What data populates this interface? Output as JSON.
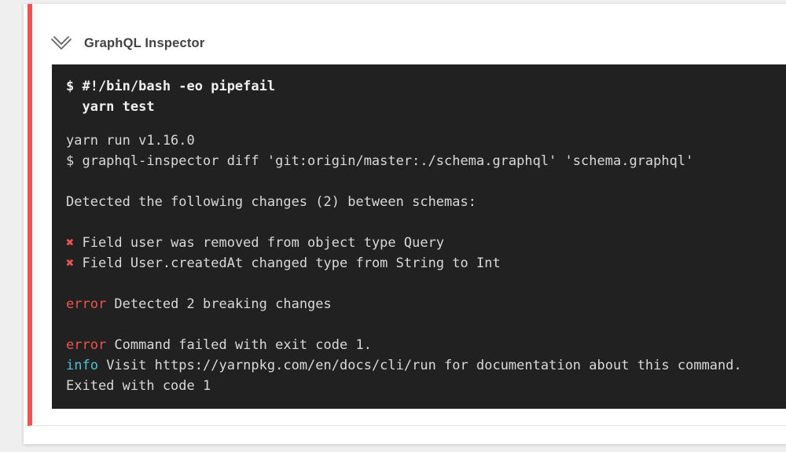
{
  "header": {
    "title": "GraphQL Inspector",
    "collapse_icon": "chevron-double-down-icon"
  },
  "colors": {
    "page_bg": "#efefef",
    "card_bg": "#ffffff",
    "accent_red": "#ef5350",
    "error_text": "#ef5350",
    "info_text": "#4fc3dc",
    "terminal_bg": "#212121",
    "terminal_text": "#d9d9d9",
    "terminal_command_text": "#f0f0f0",
    "header_text": "#424242"
  },
  "terminal": {
    "command_lines": [
      "$ #!/bin/bash -eo pipefail",
      "  yarn test"
    ],
    "output_lines": [
      [
        {
          "t": "yarn run v1.16.0"
        }
      ],
      [
        {
          "t": "$ graphql-inspector diff 'git:origin/master:./schema.graphql' 'schema.graphql'"
        }
      ],
      [],
      [
        {
          "t": "Detected the following changes (2) between schemas:"
        }
      ],
      [],
      [
        {
          "t": "✖",
          "c": "error"
        },
        {
          "t": " Field user was removed from object type Query"
        }
      ],
      [
        {
          "t": "✖",
          "c": "error"
        },
        {
          "t": " Field User.createdAt changed type from String to Int"
        }
      ],
      [],
      [
        {
          "t": "error",
          "c": "error"
        },
        {
          "t": " Detected 2 breaking changes"
        }
      ],
      [],
      [
        {
          "t": "error",
          "c": "error"
        },
        {
          "t": " Command failed with exit code 1."
        }
      ],
      [
        {
          "t": "info",
          "c": "info"
        },
        {
          "t": " Visit https://yarnpkg.com/en/docs/cli/run for documentation about this command."
        }
      ],
      [
        {
          "t": "Exited with code 1"
        }
      ]
    ]
  }
}
